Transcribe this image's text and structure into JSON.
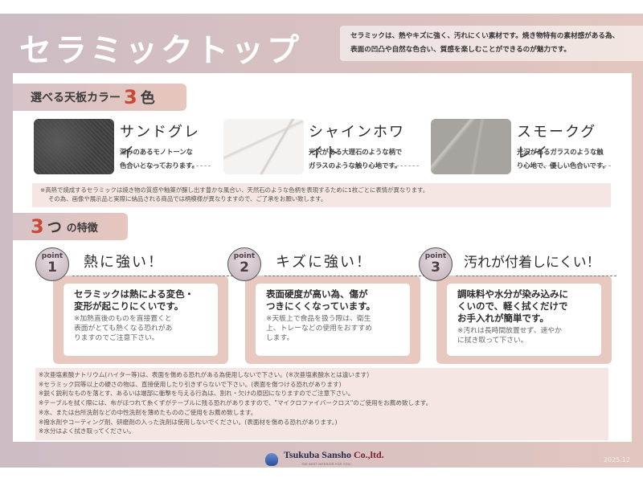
{
  "header": {
    "title": "セラミックトップ",
    "intro_lines": [
      "セラミックは、熱やキズに強く、汚れにくい素材です。焼き物特有の素材感がある為、",
      "表面の凹凸や自然な色合い、質感を楽しむことができるのが魅力です。"
    ]
  },
  "colors_section": {
    "label_prefix": "選べる天板カラー",
    "count": "3",
    "label_suffix": "色",
    "items": [
      {
        "name": "サンドグレイ",
        "desc_lines": [
          "深みのあるモノトーンな",
          "色合いとなっております。"
        ],
        "swatch": "#444444"
      },
      {
        "name": "シャインホワイト",
        "desc_lines": [
          "光沢がある大理石のような柄で",
          "ガラスのような触り心地です。"
        ],
        "swatch": "#f4f3f1"
      },
      {
        "name": "スモークグレイ",
        "desc_lines": [
          "光沢があるガラスのような触",
          "り心地で、優しい色合いです。"
        ],
        "swatch": "#a7a49f"
      }
    ],
    "note_lines": [
      "※高熱で焼成するセラミックは焼き物の質感や釉薬が醸し出す豊かな風合い、天然石のような色柄を表現するために1枚ごとに表情が異なります。",
      "その為、画像や展示品と実際に納品される商品では柄模様が異なりますので、ご了承をお願い致します。"
    ]
  },
  "features_section": {
    "count": "3",
    "label_count_suffix": "つ",
    "label": "の特徴",
    "badge_label": "point",
    "items": [
      {
        "num": "1",
        "title": "熱に強い！",
        "main_lines": [
          "セラミックは熱による変色・",
          "変形が起こりにくいです。"
        ],
        "sub_lines": [
          "※加熱直後のものを直接置くと",
          "表面がとても熱くなる恐れがあ",
          "りますのでご注意下さい。"
        ]
      },
      {
        "num": "2",
        "title": "キズに強い！",
        "main_lines": [
          "表面硬度が高い為、傷が",
          "つきにくくなっています。"
        ],
        "sub_lines": [
          "※天板上で食品を扱う際は、衛生",
          "上、トレーなどの使用をおすすめ",
          "します。"
        ]
      },
      {
        "num": "3",
        "title": "汚れが付着しにくい！",
        "main_lines": [
          "調味料や水分が染み込みに",
          "くいので、軽く拭くだけで",
          "お手入れが簡単です。"
        ],
        "sub_lines": [
          "※汚れは長時間放置せず、速やか",
          "に拭き取って下さい。"
        ]
      }
    ]
  },
  "cautions": [
    "※次亜塩素酸ナトリウム(ハイター等)は、表面を傷める恐れがある為使用しないで下さい。(※次亜塩素酸水とは違います)",
    "※セラミック同等以上の硬さの物は、直接使用したり引きずらないで下さい。(表面を傷つける恐れがあります)",
    "※鋭く鋭利なものを落とす、あるいは端部に衝撃を与える行為は、割れ・欠けの原因になりますのでご注意下さい。",
    "※テーブルを拭く際には、布がほつれて糸くずがテーブルに残る恐れがありますので、\"マイクロファイバークロス\"のご使用をお薦め致します。",
    "※水、または台所洗剤などの中性洗剤を薄めたもののご使用をお薦め致します。",
    "※撥水剤やコーティング剤、研磨剤の入った洗剤は使用しないでください。(表面材を傷める恐れがあります。)",
    "※水分はよく拭き取ってください。"
  ],
  "footer": {
    "company_main": "Tsukuba Sansho",
    "company_suffix": " Co.,ltd.",
    "tagline": "THE BEST INTERIOR FOR YOU!",
    "date": "2025.12"
  },
  "theme": {
    "accent": "#c84a36",
    "card_bg": "#e8c9c0",
    "note_bg": "#f6e6e3"
  }
}
